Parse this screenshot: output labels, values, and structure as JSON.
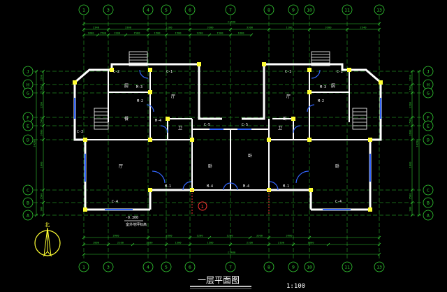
{
  "drawing": {
    "title": "一层平面图",
    "scale": "1:100",
    "top_axes": [
      "1",
      "3",
      "4",
      "5",
      "6",
      "7",
      "8",
      "9",
      "10",
      "11",
      "13"
    ],
    "bottom_axes": [
      "1",
      "3",
      "4",
      "5",
      "6",
      "7",
      "8",
      "9",
      "10",
      "11",
      "13"
    ],
    "left_axes": [
      "J",
      "H",
      "G",
      "F",
      "E",
      "D",
      "C",
      "B",
      "A"
    ],
    "right_axes": [
      "J",
      "H",
      "G",
      "F",
      "E",
      "D",
      "C",
      "B",
      "A"
    ],
    "top_total_dim": "21480",
    "bottom_total_dim": "21480",
    "top_dims_row1": [
      "2340",
      "3300",
      "1100",
      "3300",
      "3300",
      "1100",
      "3300",
      "2340"
    ],
    "top_dims_row2": [
      "1800",
      "1500",
      "1200",
      "1500",
      "1500",
      "1500",
      "1200",
      "1500",
      "1800"
    ],
    "bottom_dims_row1": [
      "3900",
      "3300",
      "1200",
      "1200",
      "3300",
      "3900"
    ],
    "bottom_dims_row2": [
      "1800",
      "2100",
      "2100",
      "1500",
      "1500",
      "2100",
      "2100",
      "1800"
    ],
    "left_dims": [
      "1200",
      "1500",
      "1200",
      "1500",
      "3600",
      "1800",
      "1500",
      "900"
    ],
    "right_dims": [
      "1200",
      "1500",
      "1200",
      "1500",
      "3600",
      "1800",
      "1500",
      "900"
    ],
    "left_total_dim": "14200",
    "right_total_dim": "14200",
    "room_labels": [
      "厨",
      "厅",
      "餐",
      "厅",
      "卧",
      "卧",
      "厨",
      "厅",
      "卧",
      "卧",
      "卫",
      "卫"
    ],
    "window_tags": [
      "C-1",
      "C-2",
      "C-3",
      "C-5",
      "C-5",
      "C-1",
      "C-2",
      "C-4",
      "C-4"
    ],
    "door_tags": [
      "M-3",
      "M-3",
      "M-2",
      "M-2",
      "M-1",
      "M-1",
      "M-4",
      "M-4",
      "M-4"
    ],
    "elev_note": "-0.300",
    "elev_sub": "室外地坪标高",
    "north_label": "北",
    "section_marker": "1"
  }
}
